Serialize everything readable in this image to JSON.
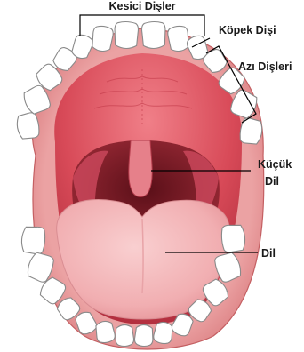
{
  "labels": {
    "incisors": "Kesici Dişler",
    "canine": "Köpek Dişi",
    "molars": "Azı Dişleri",
    "uvula_line1": "Küçük",
    "uvula_line2": "Dil",
    "tongue": "Dil"
  },
  "colors": {
    "lips": "#e79495",
    "lips_edge": "#c45f62",
    "palate": "#d44a57",
    "throat": "#8a1f2b",
    "tongue": "#f4b5b7",
    "tooth": "#ffffff",
    "tooth_outline": "#8a8a8a",
    "leader_line": "#000000"
  }
}
